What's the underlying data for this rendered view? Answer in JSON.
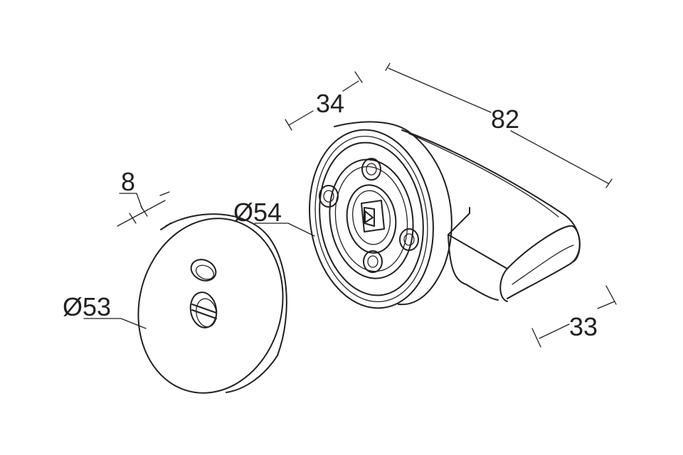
{
  "dimensions": {
    "rosette_thickness": "8",
    "rosette_diameter": "Ø53",
    "knob_base_diameter": "Ø54",
    "knob_base_depth": "34",
    "knob_length": "82",
    "knob_handle_height": "33"
  },
  "colors": {
    "line": "#231f20",
    "background": "#ffffff"
  }
}
